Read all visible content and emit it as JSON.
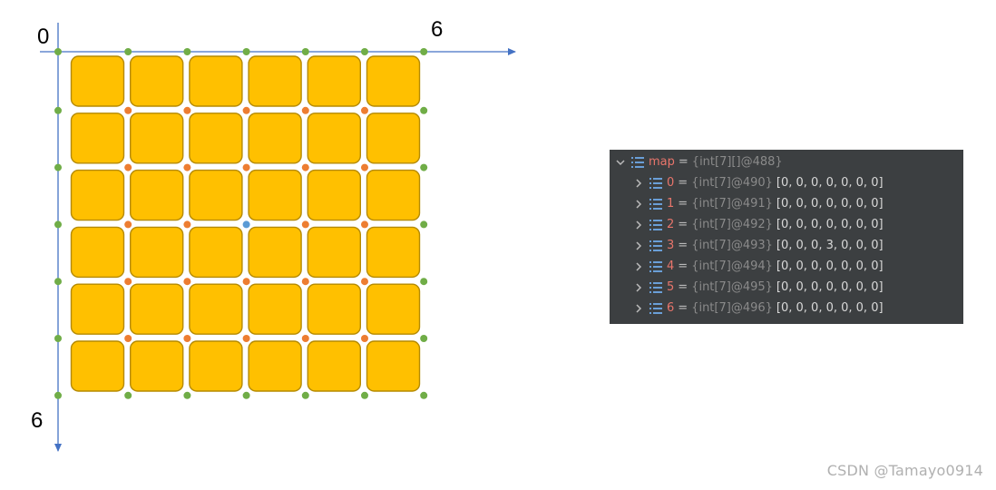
{
  "diagram": {
    "origin_label": "0",
    "x_end_label": "6",
    "y_end_label": "6",
    "grid_cells": 6,
    "grid_points": 7,
    "highlight_point": {
      "col": 3,
      "row": 3
    },
    "colors": {
      "tile_fill": "#ffc000",
      "tile_stroke": "#b58a00",
      "axis": "#4472c4",
      "border_point": "#70ad47",
      "inner_point": "#ed7d31",
      "highlight_point": "#5b9bd5"
    }
  },
  "debugger": {
    "root": {
      "name": "map",
      "eq": "=",
      "type": "{int[7][]@488}"
    },
    "rows": [
      {
        "index": "0",
        "eq": "=",
        "type": "{int[7]@490}",
        "value": "[0, 0, 0, 0, 0, 0, 0]"
      },
      {
        "index": "1",
        "eq": "=",
        "type": "{int[7]@491}",
        "value": "[0, 0, 0, 0, 0, 0, 0]"
      },
      {
        "index": "2",
        "eq": "=",
        "type": "{int[7]@492}",
        "value": "[0, 0, 0, 0, 0, 0, 0]"
      },
      {
        "index": "3",
        "eq": "=",
        "type": "{int[7]@493}",
        "value": "[0, 0, 0, 3, 0, 0, 0]"
      },
      {
        "index": "4",
        "eq": "=",
        "type": "{int[7]@494}",
        "value": "[0, 0, 0, 0, 0, 0, 0]"
      },
      {
        "index": "5",
        "eq": "=",
        "type": "{int[7]@495}",
        "value": "[0, 0, 0, 0, 0, 0, 0]"
      },
      {
        "index": "6",
        "eq": "=",
        "type": "{int[7]@496}",
        "value": "[0, 0, 0, 0, 0, 0, 0]"
      }
    ]
  },
  "watermark": "CSDN @Tamayo0914"
}
